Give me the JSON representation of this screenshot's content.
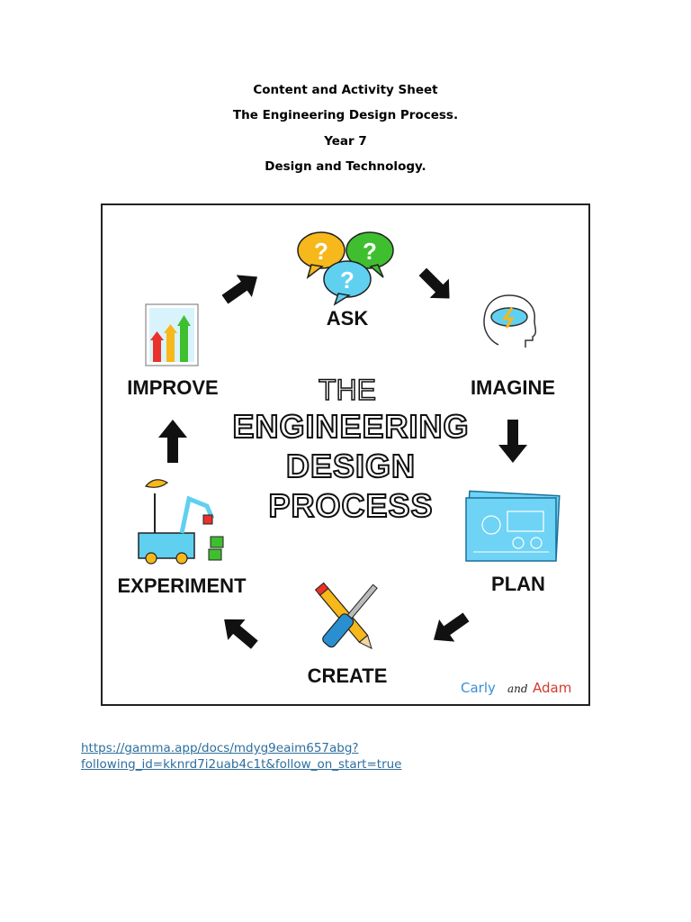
{
  "header": {
    "line1": "Content and Activity Sheet",
    "line2": "The Engineering Design Process.",
    "line3": "Year 7",
    "line4": "Design and Technology."
  },
  "diagram": {
    "title_the": "THE",
    "title_line1": "ENGINEERING",
    "title_line2": "DESIGN",
    "title_line3": "PROCESS",
    "stages": {
      "ask": "ASK",
      "imagine": "IMAGINE",
      "plan": "PLAN",
      "create": "CREATE",
      "experiment": "EXPERIMENT",
      "improve": "IMPROVE"
    },
    "bubble_mark": "?",
    "brand": {
      "part1": "Carly",
      "part2": "and",
      "part3": "Adam"
    },
    "colors": {
      "yellow": "#f6b81a",
      "green": "#3fbf2f",
      "cyan": "#5fd0f0",
      "red": "#e8322b",
      "blueprint": "#6fd3f5"
    },
    "icons": [
      "question-bubbles-icon",
      "head-lightbulb-icon",
      "blueprint-icon",
      "pencil-screwdriver-icon",
      "robot-rover-icon",
      "bar-chart-icon",
      "arrow-icon"
    ]
  },
  "link": {
    "line1": "https://gamma.app/docs/mdyg9eaim657abg?",
    "line2": "following_id=kknrd7i2uab4c1t&follow_on_start=true"
  }
}
